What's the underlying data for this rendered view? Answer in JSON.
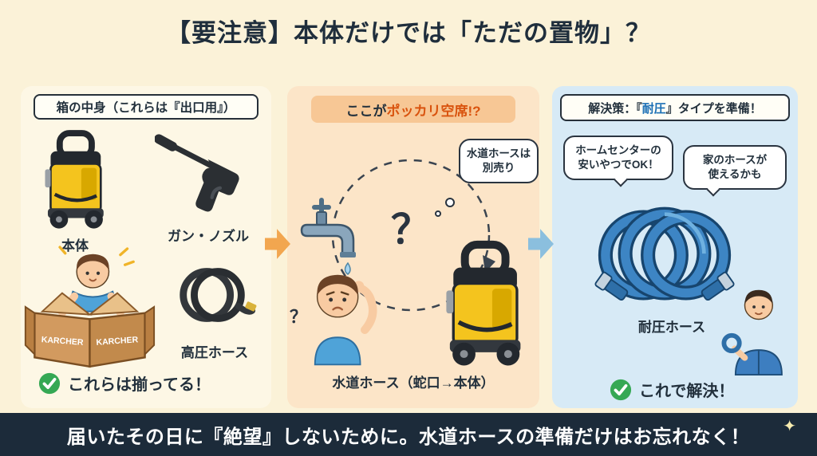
{
  "title": "【要注意】本体だけでは「ただの置物」？",
  "box_panel": {
    "header": "箱の中身（これらは『出口用』）",
    "unit_label": "本体",
    "gun_label": "ガン・ノズル",
    "hose_label": "高圧ホース",
    "box_brand_left": "KARCHER",
    "box_brand_right": "KARCHER",
    "check_text": "これらは揃ってる！"
  },
  "gap_panel": {
    "header_prefix": "ここが",
    "header_highlight": "ポッカリ空席!?",
    "bubble_line1": "水道ホースは",
    "bubble_line2": "別売り",
    "big_question": "？",
    "small_question": "？",
    "caption": "水道ホース（蛇口→本体）"
  },
  "solution_panel": {
    "header_prefix": "解決策：『",
    "header_highlight": "耐圧",
    "header_suffix": "』タイプを準備！",
    "bubble1_line1": "ホームセンターの",
    "bubble1_line2": "安いやつでOK！",
    "bubble2_line1": "家のホースが",
    "bubble2_line2": "使えるかも",
    "hose_label": "耐圧ホース",
    "check_text": "これで解決！"
  },
  "footer": {
    "text": "届いたその日に『絶望』しないために。水道ホースの準備だけはお忘れなく！",
    "sparkle": "✦"
  },
  "colors": {
    "page_bg": "#FBF2D8",
    "title_text": "#1F2E3C",
    "gap_panel_bg": "#FCE5C8",
    "gap_header_bg": "#F7C795",
    "gap_highlight": "#D9530E",
    "solution_panel_bg": "#D7EAF6",
    "solution_highlight": "#1A6FB5",
    "arrow_orange": "#F2A64F",
    "arrow_blue": "#8BBFDE",
    "check_green": "#35A854",
    "footer_bg": "#1C2B3A",
    "karcher_yellow": "#F4C41E"
  }
}
